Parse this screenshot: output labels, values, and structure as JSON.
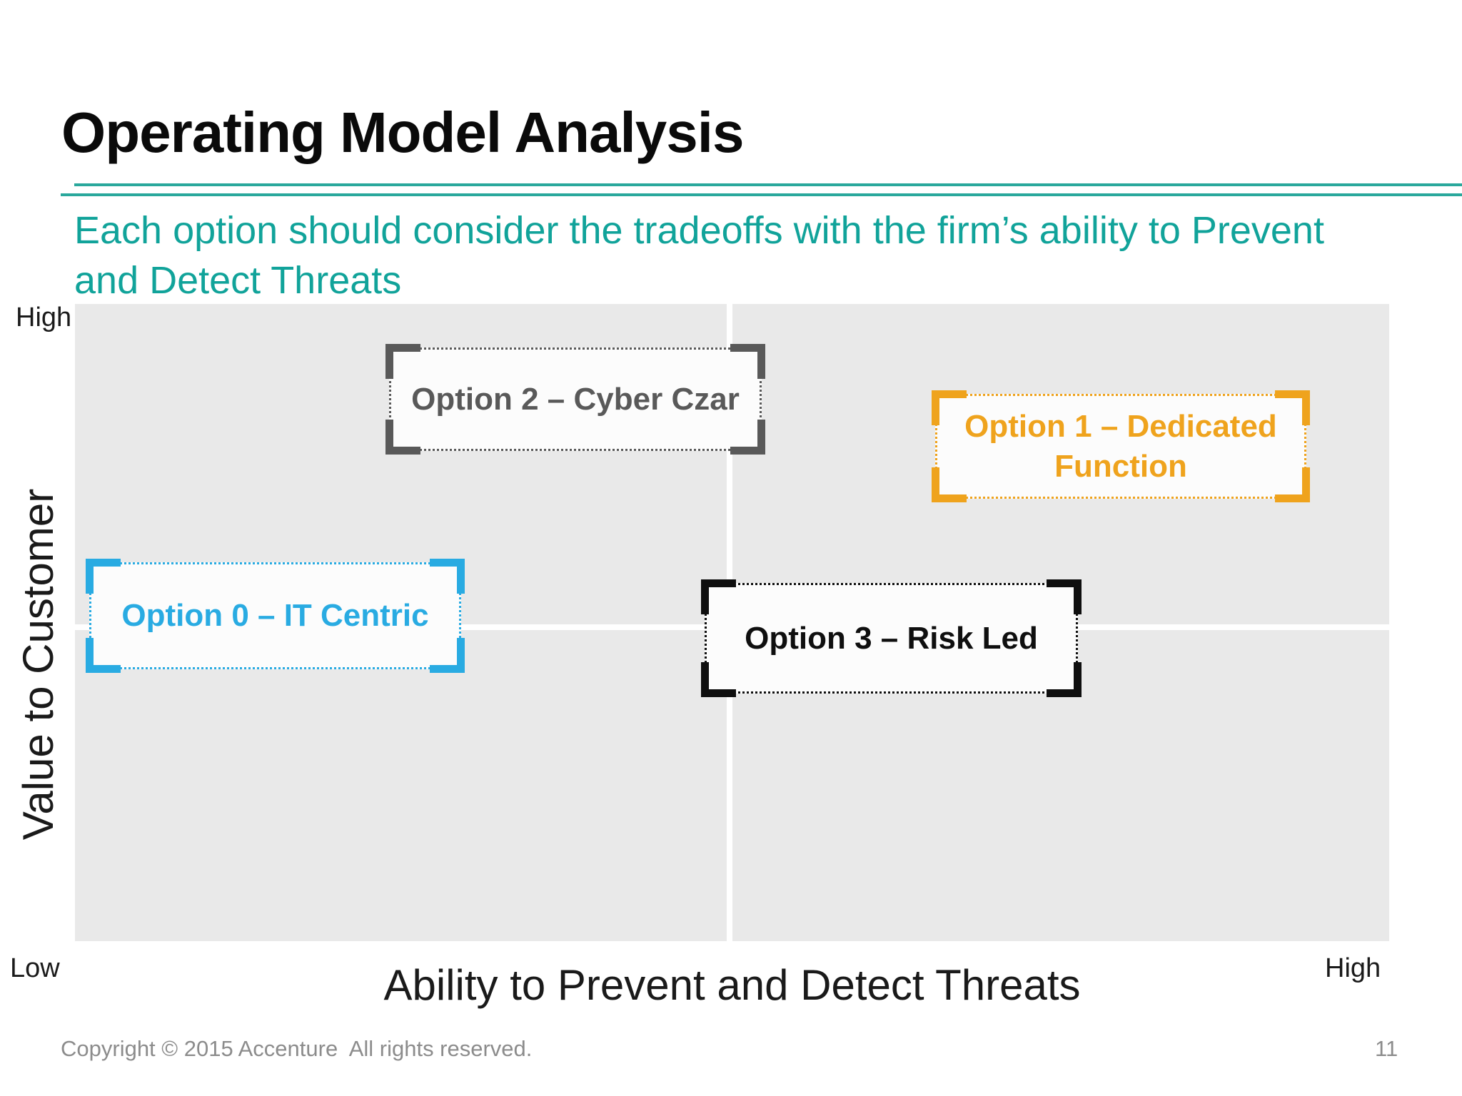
{
  "slide": {
    "title": "Operating Model Analysis",
    "subtitle": {
      "line1": "Each option should consider the tradeoffs with the firm’s ability to Prevent",
      "line2": "and Detect Threats",
      "full": "Each option should consider the tradeoffs with the firm’s ability to Prevent and Detect Threats"
    },
    "footer": {
      "copyright": "Copyright © 2015 Accenture  All rights reserved.",
      "page_number": "11"
    }
  },
  "axes": {
    "y_title": "Value to Customer",
    "x_title": "Ability to Prevent and Detect Threats",
    "y_max_label": "High",
    "origin_label": "Low",
    "x_max_label": "High"
  },
  "boxes": {
    "option0": {
      "label": "Option 0 – IT Centric",
      "color": "#29ABE2"
    },
    "option1": {
      "label": "Option 1 – Dedicated Function",
      "line1": "Option 1 – Dedicated",
      "line2": "Function",
      "color": "#EFA31D"
    },
    "option2": {
      "label": "Option 2 – Cyber Czar",
      "color": "#595959"
    },
    "option3": {
      "label": "Option 3 – Risk Led",
      "color": "#0F0F0F"
    }
  },
  "colors": {
    "teal_accent": "#11A39A",
    "title_rule_teal": "#2AA89C",
    "chart_background": "#E9E9E9",
    "quadrant_divider": "#FFFFFF",
    "footer_gray": "#8C8C8C",
    "title_black": "#0A0A0A"
  },
  "chart_data": {
    "type": "scatter",
    "title": "Operating Model Analysis",
    "xlabel": "Ability to Prevent and Detect Threats",
    "ylabel": "Value to Customer",
    "xlim": [
      0,
      1
    ],
    "ylim": [
      0,
      1
    ],
    "x_axis_tick_labels": [
      "Low",
      "High"
    ],
    "y_axis_tick_labels": [
      "Low",
      "High"
    ],
    "grid": "white quadrant cross at x=0.5, y=0.5",
    "legend_position": "none",
    "points": [
      {
        "label": "Option 0 – IT Centric",
        "x": 0.15,
        "y": 0.51,
        "color": "#29ABE2"
      },
      {
        "label": "Option 1 – Dedicated Function",
        "x": 0.8,
        "y": 0.78,
        "color": "#EFA31D"
      },
      {
        "label": "Option 2 – Cyber Czar",
        "x": 0.38,
        "y": 0.85,
        "color": "#595959"
      },
      {
        "label": "Option 3 – Risk Led",
        "x": 0.62,
        "y": 0.48,
        "color": "#0F0F0F"
      }
    ]
  }
}
